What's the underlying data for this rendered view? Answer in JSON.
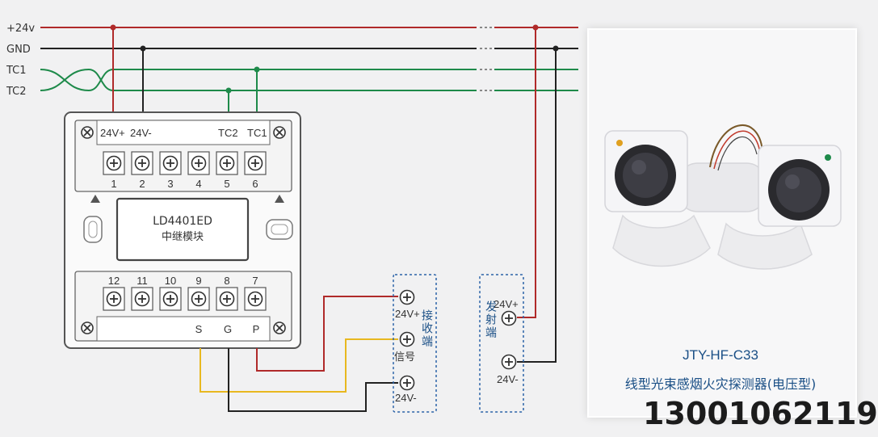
{
  "bus": {
    "lines": [
      {
        "label": "+24v",
        "color": "#b02a2a"
      },
      {
        "label": "GND",
        "color": "#222222"
      },
      {
        "label": "TC1",
        "color": "#1e8a4a"
      },
      {
        "label": "TC2",
        "color": "#1e8a4a"
      }
    ]
  },
  "module": {
    "top_labels": {
      "p24": "24V+",
      "m24": "24V-",
      "tc2": "TC2",
      "tc1": "TC1"
    },
    "top_terminals": [
      "1",
      "2",
      "3",
      "4",
      "5",
      "6"
    ],
    "bottom_terminals": [
      "12",
      "11",
      "10",
      "9",
      "8",
      "7"
    ],
    "bottom_labels": {
      "s": "S",
      "g": "G",
      "p": "P"
    },
    "model": "LD4401ED",
    "name": "中继模块"
  },
  "receiver": {
    "title": "接收端",
    "t1": "24V+",
    "t2": "信号",
    "t3": "24V-"
  },
  "transmitter": {
    "title": "发射端",
    "t1": "24V+",
    "t2": "24V-"
  },
  "product": {
    "model": "JTY-HF-C33",
    "name": "线型光束感烟火灾探测器(电压型)"
  },
  "phone": "13001062119",
  "colors": {
    "red": "#b02a2a",
    "black": "#222222",
    "green": "#1e8a4a",
    "yellow": "#e8b820",
    "blue_dash": "#2a62a8",
    "text_blue": "#1a4f86"
  }
}
